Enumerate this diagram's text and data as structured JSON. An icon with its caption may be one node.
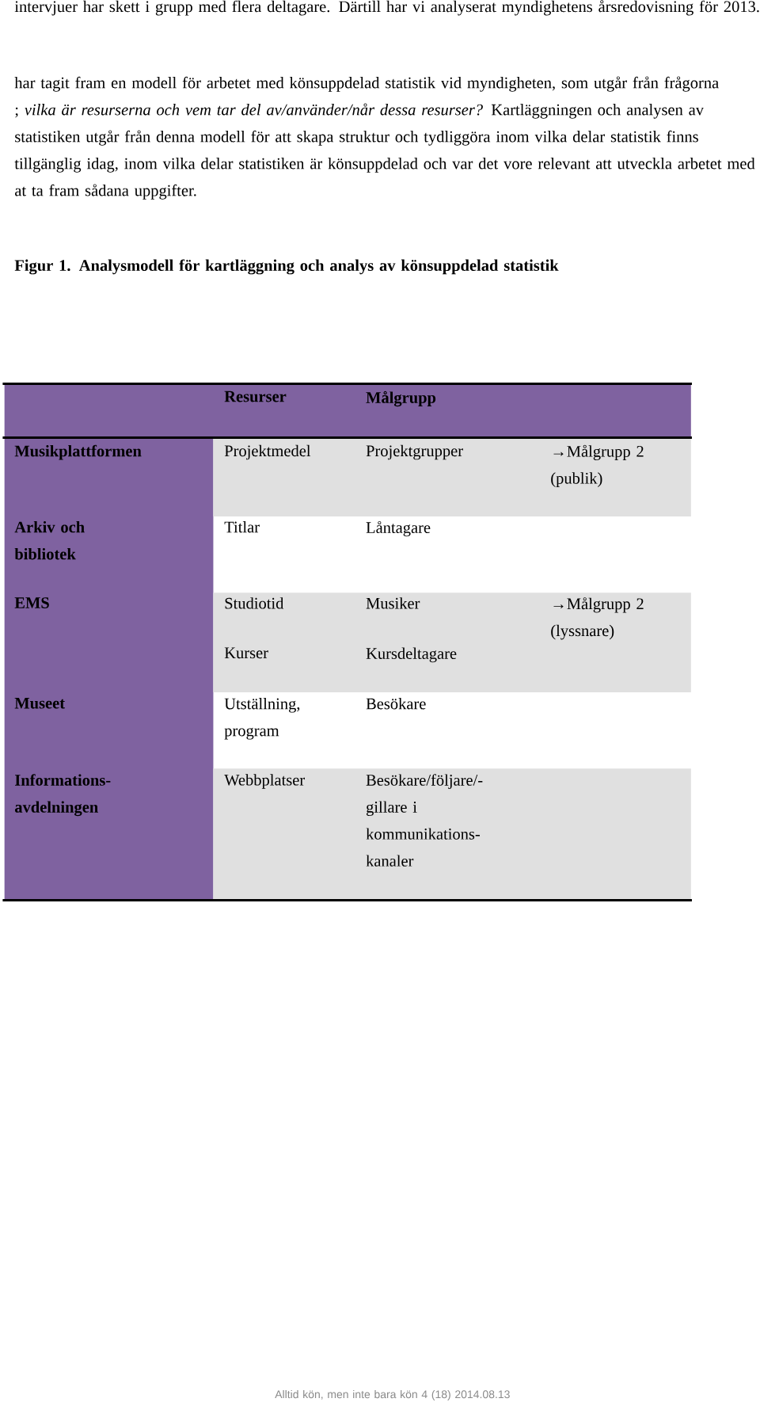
{
  "diagram": {
    "labels": [
      "intervjuer har skett i grupp med flera deltagare. Därtill har vi analyserat myndighetens årsredovisning för 2013.",
      "har tagit fram en modell för arbetet med könsuppdelad statistik vid myndigheten, som utgår från frågorna ; *vilka är resurserna och vem tar del av/använder/når dessa resurser?* Kartläggningen och analysen av statistiken utgår från denna modell för att skapa struktur och tydliggöra inom vilka delar statistik finns tillgänglig idag, inom vilka delar statistiken är könsuppdelad och var det vore relevant att utveckla arbetet med at ta fram sådana uppgifter.",
      "Figur 1. Analysmodell för kartläggning och analys av könsuppdelad statistik",
      "Resurser",
      "Målgrupp",
      "Musikplattformen",
      "Projektmedel",
      "Projektgrupper",
      "→Målgrupp 2 (publik)",
      "Arkiv och bibliotek",
      "Titlar",
      "Låntagare",
      "EMS",
      "Studiotid",
      "Musiker",
      "→Målgrupp 2 (lyssnare)",
      "Kurser",
      "Kursdeltagare",
      "Museet",
      "Utställning, program",
      "Besökare",
      "Informations- avdelningen",
      "Webbplatser",
      "Besökare/följare/- gillare i kommunikations- kanaler",
      "Alltid kön, men inte bara kön 4 (18) 2014.08.13"
    ]
  }
}
